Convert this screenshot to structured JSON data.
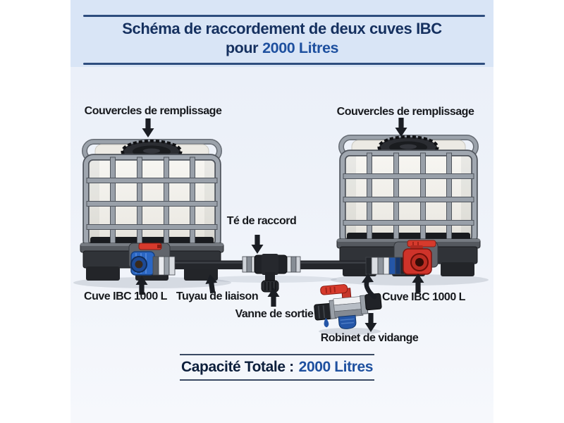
{
  "header": {
    "title_line1": "Schéma de raccordement de deux cuves IBC",
    "title_line2_prefix": "pour",
    "title_line2_value": "2000 Litres"
  },
  "labels": {
    "fill_lid_left": "Couvercles de remplissage",
    "fill_lid_right": "Couvercles de remplissage",
    "tee": "Té de raccord",
    "tank_left": "Cuve IBC 1000 L",
    "linking_pipe": "Tuyau de liaison",
    "outlet_valve": "Vanne de sortie",
    "tank_right": "Cuve IBC 1000 L",
    "drain_valve": "Robinet de vidange"
  },
  "footer": {
    "capacity_label": "Capacité Totale :",
    "capacity_value": "2000 Litres"
  },
  "tanks": {
    "count": 2,
    "unit_capacity": "1000 L",
    "total_capacity": "2000 Litres"
  },
  "colors": {
    "title_navy": "#15305f",
    "value_blue": "#1e509f",
    "label_ink": "#17191d",
    "banner_bg": "#d9e5f6",
    "rule_navy": "#2e4d7e",
    "valve_red": "#d0342c",
    "valve_blue": "#2b67c4",
    "pipe_black": "#24262b",
    "cage_gray": "#99a0a9"
  }
}
